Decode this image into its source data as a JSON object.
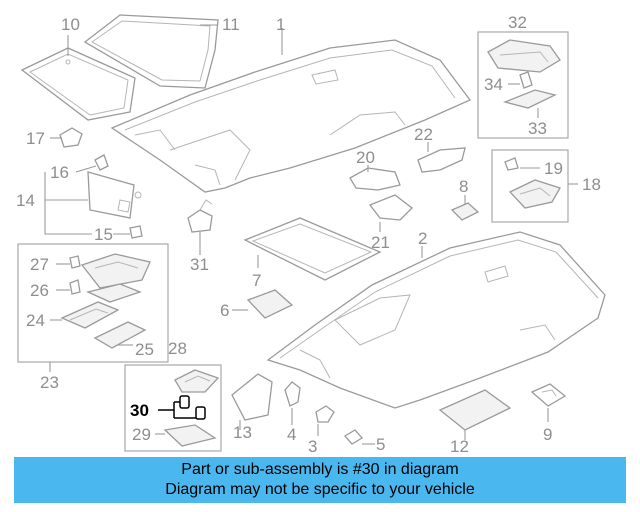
{
  "labels": {
    "p1": "1",
    "p2": "2",
    "p3": "3",
    "p4": "4",
    "p5": "5",
    "p6": "6",
    "p7": "7",
    "p8": "8",
    "p9": "9",
    "p10": "10",
    "p11": "11",
    "p12": "12",
    "p13": "13",
    "p14": "14",
    "p15": "15",
    "p16": "16",
    "p17": "17",
    "p18": "18",
    "p19": "19",
    "p20": "20",
    "p21": "21",
    "p22": "22",
    "p23": "23",
    "p24": "24",
    "p25": "25",
    "p26": "26",
    "p27": "27",
    "p28": "28",
    "p29": "29",
    "p30": "30",
    "p31": "31",
    "p32": "32",
    "p33": "33",
    "p34": "34"
  },
  "banner": {
    "line1": "Part or sub-assembly is #30 in diagram",
    "line2": "Diagram may not be specific to your vehicle"
  },
  "colors": {
    "banner_bg": "#4ab7ee",
    "highlight": "#000000",
    "line_art": "#9a9a9a"
  }
}
